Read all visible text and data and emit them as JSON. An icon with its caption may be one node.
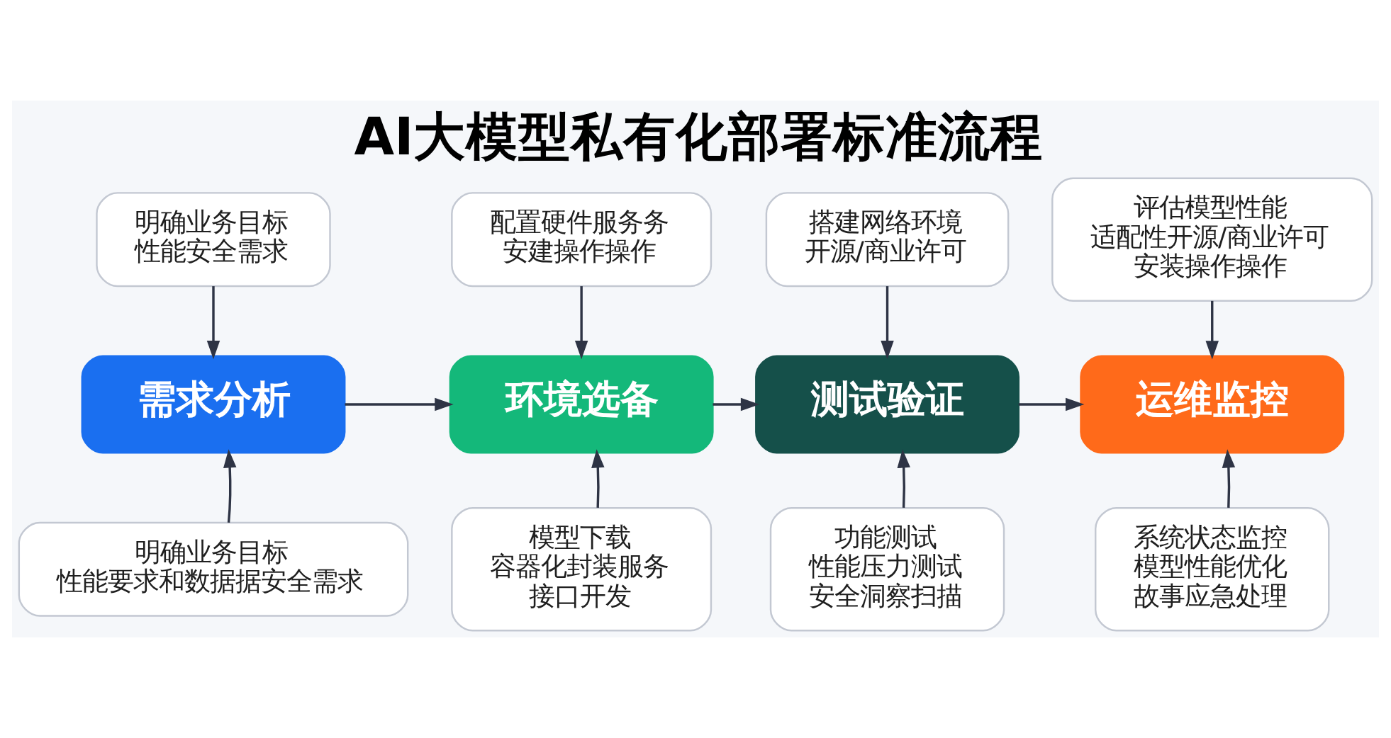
{
  "diagram": {
    "title": "AI大模型私有化部署标准流程",
    "nodes": [
      {
        "text": [
          "明确业务目标",
          "性能安全需求"
        ]
      },
      {
        "text": [
          "配置硬件服务务",
          "安建操作操作"
        ]
      },
      {
        "text": [
          "搭建网络环境",
          "开源/商业许可"
        ]
      },
      {
        "text": [
          "评估模型性能",
          "适配性开源/商业许可",
          "安装操作操作"
        ]
      },
      {
        "text": [
          "需求分析"
        ]
      },
      {
        "text": [
          "环境选备"
        ]
      },
      {
        "text": [
          "测试验证"
        ]
      },
      {
        "text": [
          "运维监控"
        ]
      },
      {
        "text": [
          "明确业务目标",
          "性能要求和数据据安全需求"
        ]
      },
      {
        "text": [
          "模型下载",
          "容器化封装服务",
          "接口开发"
        ]
      },
      {
        "text": [
          "功能测试",
          "性能压力测试",
          "安全洞察扫描"
        ]
      },
      {
        "text": [
          "系统状态监控",
          "模型性能优化",
          "故事应急处理"
        ]
      }
    ],
    "edges": [
      {
        "from": 0,
        "to": 4,
        "arrow": "to"
      },
      {
        "from": 1,
        "to": 5,
        "arrow": "to"
      },
      {
        "from": 2,
        "to": 6,
        "arrow": "to"
      },
      {
        "from": 3,
        "to": 7,
        "arrow": "to"
      },
      {
        "from": 4,
        "to": 5,
        "arrow": "to"
      },
      {
        "from": 5,
        "to": 6,
        "arrow": "to"
      },
      {
        "from": 6,
        "to": 7,
        "arrow": "to"
      },
      {
        "from": 8,
        "to": 4,
        "arrow": "to"
      },
      {
        "from": 9,
        "to": 5,
        "arrow": "to"
      },
      {
        "from": 10,
        "to": 6,
        "arrow": "to"
      },
      {
        "from": 11,
        "to": 7,
        "arrow": "to"
      }
    ]
  }
}
